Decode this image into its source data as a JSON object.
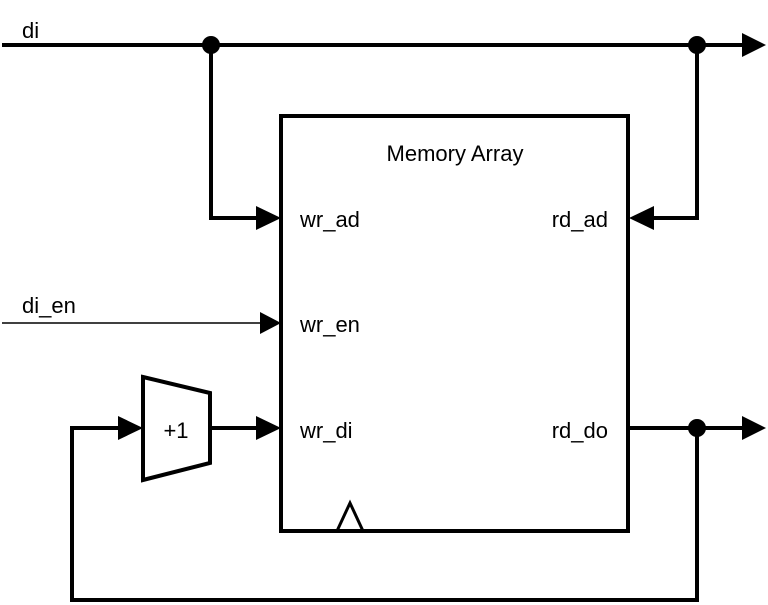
{
  "diagram": {
    "block_title": "Memory Array",
    "inputs": {
      "di": "di",
      "di_en": "di_en"
    },
    "ports": {
      "wr_ad": "wr_ad",
      "wr_en": "wr_en",
      "wr_di": "wr_di",
      "rd_ad": "rd_ad",
      "rd_do": "rd_do"
    },
    "incrementer_label": "+1",
    "colors": {
      "line": "#000000",
      "background": "#ffffff"
    }
  }
}
